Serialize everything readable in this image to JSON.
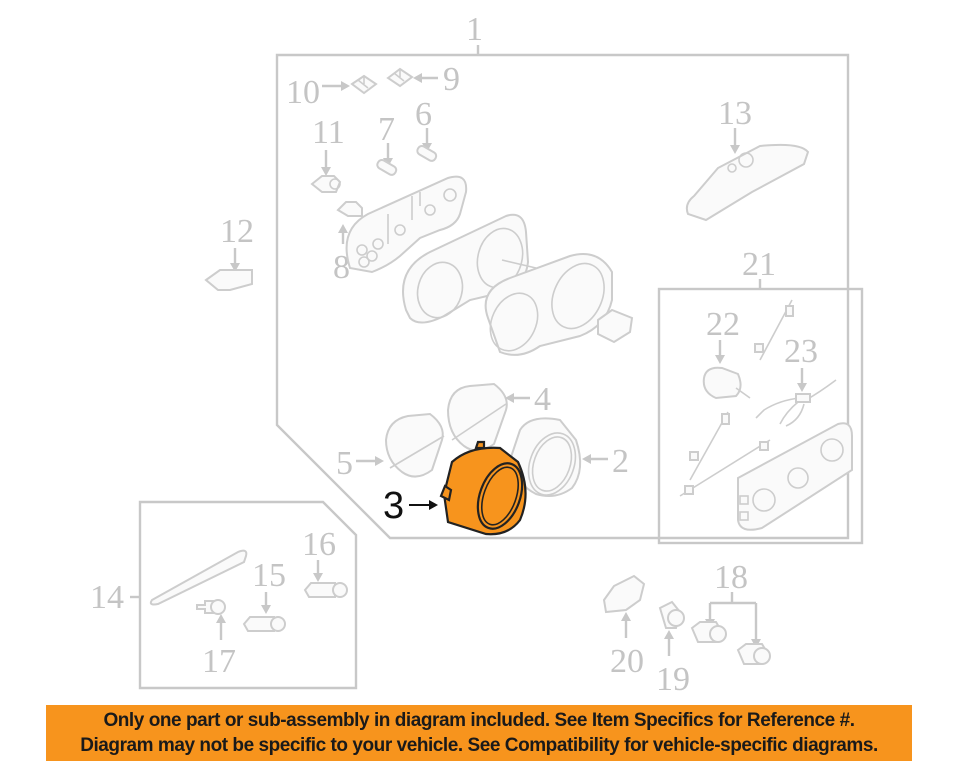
{
  "diagram": {
    "title": "Instrument cluster exploded parts diagram",
    "highlighted_part": "3",
    "highlight_color": "#f7941d",
    "line_color": "#c8c8c8",
    "callouts": [
      {
        "id": "1",
        "label": "1"
      },
      {
        "id": "2",
        "label": "2"
      },
      {
        "id": "3",
        "label": "3"
      },
      {
        "id": "4",
        "label": "4"
      },
      {
        "id": "5",
        "label": "5"
      },
      {
        "id": "6",
        "label": "6"
      },
      {
        "id": "7",
        "label": "7"
      },
      {
        "id": "8",
        "label": "8"
      },
      {
        "id": "9",
        "label": "9"
      },
      {
        "id": "10",
        "label": "10"
      },
      {
        "id": "11",
        "label": "11"
      },
      {
        "id": "12",
        "label": "12"
      },
      {
        "id": "13",
        "label": "13"
      },
      {
        "id": "14",
        "label": "14"
      },
      {
        "id": "15",
        "label": "15"
      },
      {
        "id": "16",
        "label": "16"
      },
      {
        "id": "17",
        "label": "17"
      },
      {
        "id": "18",
        "label": "18"
      },
      {
        "id": "19",
        "label": "19"
      },
      {
        "id": "20",
        "label": "20"
      },
      {
        "id": "21",
        "label": "21"
      },
      {
        "id": "22",
        "label": "22"
      },
      {
        "id": "23",
        "label": "23"
      }
    ]
  },
  "banner": {
    "line1": "Only one part or sub-assembly in diagram included. See Item Specifics for Reference #.",
    "line2": "Diagram may not be specific to your vehicle. See Compatibility for vehicle-specific diagrams.",
    "background": "#f7941d"
  }
}
